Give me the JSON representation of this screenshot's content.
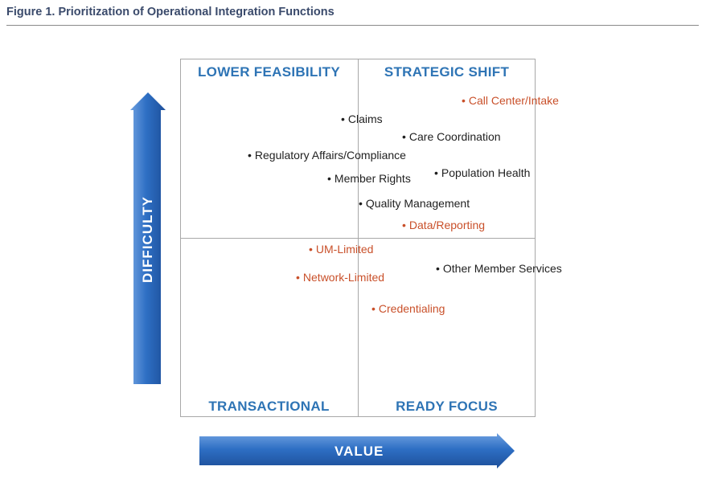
{
  "figure": {
    "title": "Figure 1. Prioritization of Operational Integration Functions"
  },
  "quadrants": {
    "top_left": "LOWER FEASIBILITY",
    "top_right": "STRATEGIC SHIFT",
    "bottom_left": "TRANSACTIONAL",
    "bottom_right": "READY FOCUS"
  },
  "axes": {
    "y_label": "DIFFICULTY",
    "x_label": "VALUE"
  },
  "colors": {
    "quadrant_label": "#2e74b5",
    "highlight_item": "#c9502a",
    "standard_item": "#1f1f1f",
    "arrow": "#2e6fc4"
  },
  "items": [
    {
      "label": "Call Center/Intake",
      "highlight": true
    },
    {
      "label": "Claims",
      "highlight": false
    },
    {
      "label": "Care Coordination",
      "highlight": false
    },
    {
      "label": "Regulatory Affairs/Compliance",
      "highlight": false
    },
    {
      "label": "Member Rights",
      "highlight": false
    },
    {
      "label": "Population Health",
      "highlight": false
    },
    {
      "label": "Quality Management",
      "highlight": false
    },
    {
      "label": "Data/Reporting",
      "highlight": true
    },
    {
      "label": "UM-Limited",
      "highlight": true
    },
    {
      "label": "Network-Limited",
      "highlight": true
    },
    {
      "label": "Other Member Services",
      "highlight": false
    },
    {
      "label": "Credentialing",
      "highlight": true
    }
  ]
}
